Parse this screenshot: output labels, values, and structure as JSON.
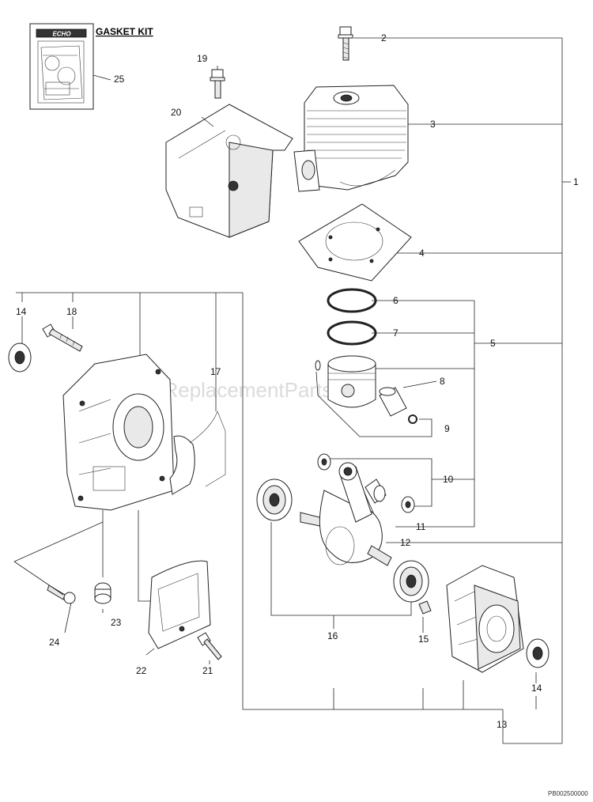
{
  "gasket_kit": {
    "title": "GASKET KIT",
    "brand": "ECHO",
    "number": "25"
  },
  "watermark": "eReplacementParts.com",
  "diagram_code": "PB002500000",
  "callouts": [
    "1",
    "2",
    "3",
    "4",
    "5",
    "6",
    "7",
    "8",
    "9",
    "10",
    "11",
    "12",
    "13",
    "14",
    "14",
    "15",
    "16",
    "17",
    "18",
    "19",
    "20",
    "21",
    "22",
    "23",
    "24"
  ]
}
